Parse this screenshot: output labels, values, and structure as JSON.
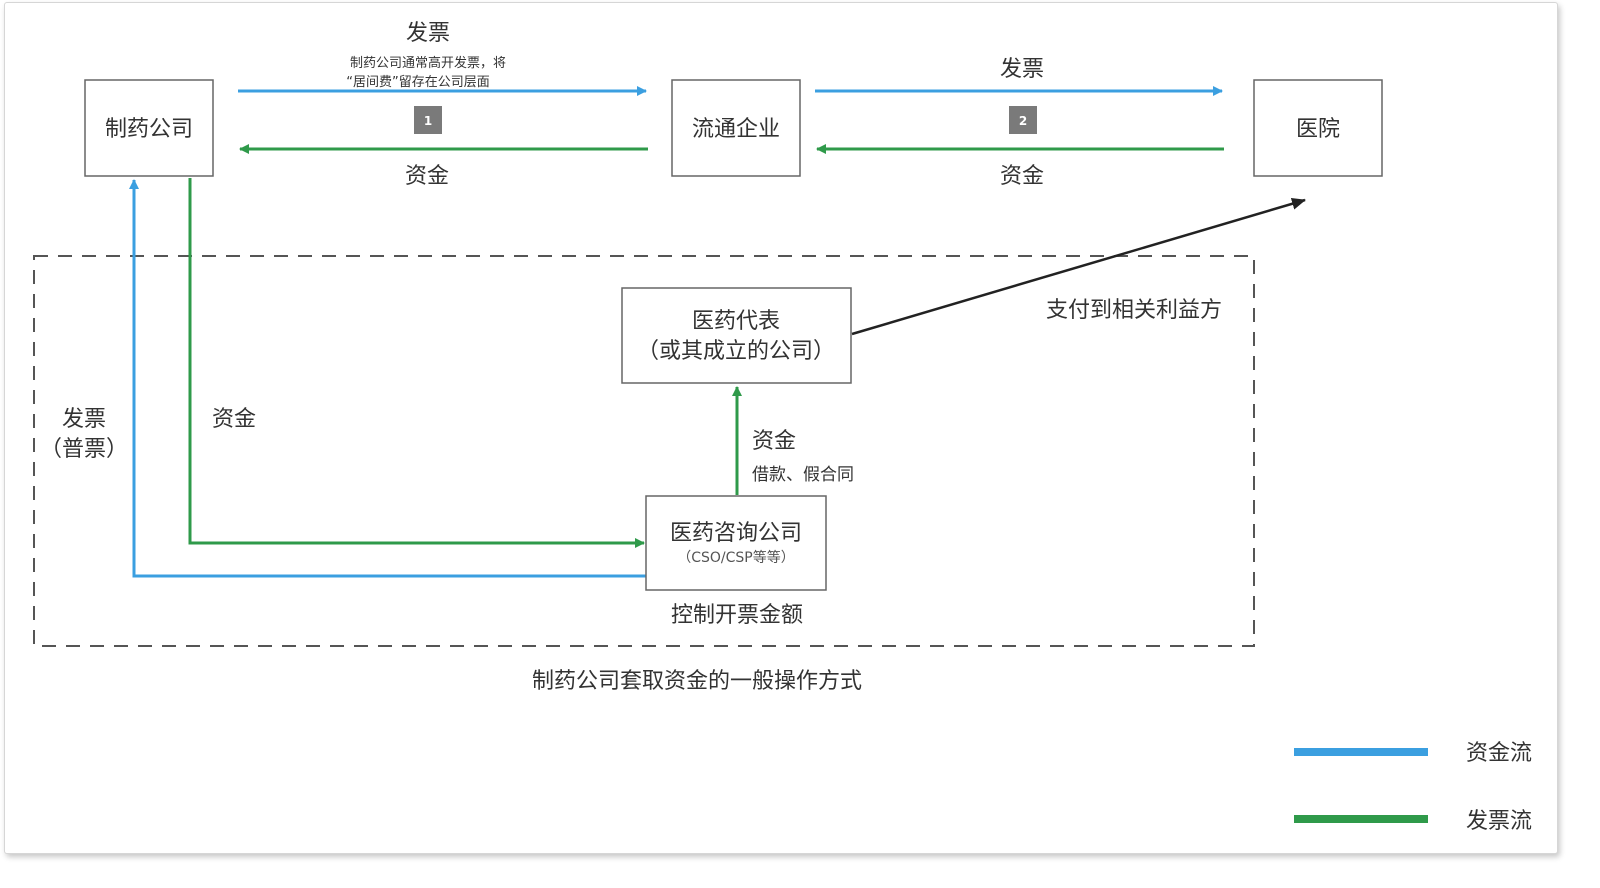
{
  "nodes": {
    "pharma": "制药公司",
    "distributor": "流通企业",
    "hospital": "医院",
    "rep_line1": "医药代表",
    "rep_line2": "（或其成立的公司）",
    "consult_line1": "医药咨询公司",
    "consult_line2": "（CSO/CSP等等）"
  },
  "labels": {
    "invoice_1": "发票",
    "invoice_1_note_line1": "制药公司通常高开发票，将",
    "invoice_1_note_line2": "“居间费”留存在公司层面",
    "funds_1": "资金",
    "badge_1": "1",
    "invoice_2": "发票",
    "funds_2": "资金",
    "badge_2": "2",
    "invoice_left_line1": "发票",
    "invoice_left_line2": "（普票）",
    "funds_left": "资金",
    "funds_up": "资金",
    "funds_up_note": "借款、假合同",
    "pay_to": "支付到相关利益方",
    "control": "控制开票金额",
    "caption": "制药公司套取资金的一般操作方式"
  },
  "legend": {
    "item1": "资金流",
    "item2": "发票流"
  },
  "colors": {
    "blue": "#3b9fe0",
    "green": "#2f9a4a",
    "black": "#222222",
    "box_border": "#666666",
    "badge": "#7a7a7a"
  }
}
